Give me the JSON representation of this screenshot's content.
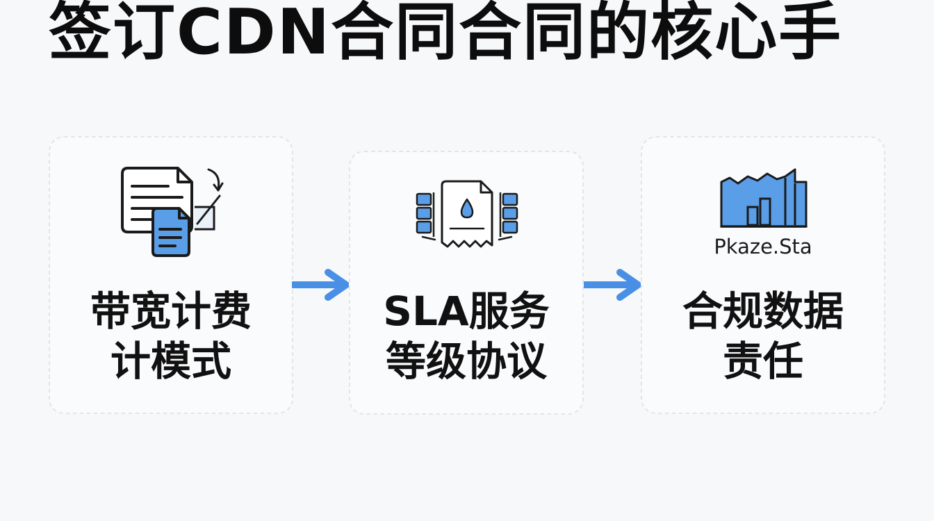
{
  "title": "签订CDN合同合同的核心手",
  "colors": {
    "accent": "#4a8fe6",
    "accent_fill": "#5b9ee8",
    "ink": "#1a1a1a",
    "card_border": "#e3e5e8"
  },
  "steps": [
    {
      "icon": "document-billing-icon",
      "label_lines": [
        "带宽计费",
        "计模式"
      ]
    },
    {
      "icon": "sla-document-icon",
      "label_lines": [
        "SLA服务",
        "等级协议"
      ]
    },
    {
      "icon": "data-chart-icon",
      "caption": "Pkaze.Sta",
      "label_lines": [
        "合规数据",
        "责任"
      ]
    }
  ],
  "connectors": [
    "arrow-right-icon",
    "arrow-right-icon"
  ]
}
